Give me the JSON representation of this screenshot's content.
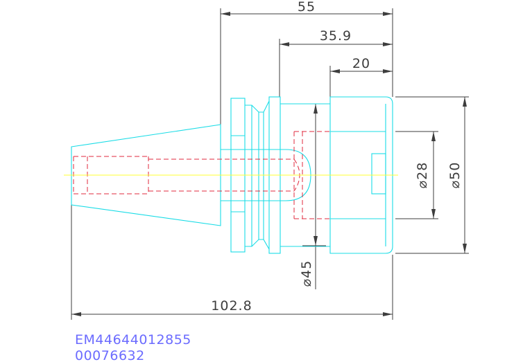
{
  "dimensions": {
    "overall_length": "102.8",
    "length_55": "55",
    "length_35_9": "35.9",
    "length_20": "20",
    "diameter_28": "⌀28",
    "diameter_50": "⌀50",
    "diameter_45": "⌀45"
  },
  "part_code": "EM44644012855",
  "part_number": "00076632",
  "colors": {
    "part_outline": "#19dce6",
    "hidden_lines": "#e0283c",
    "center_line": "#ffff33",
    "dimension_lines": "#3d3d3d",
    "code_text": "#6b6bff"
  }
}
